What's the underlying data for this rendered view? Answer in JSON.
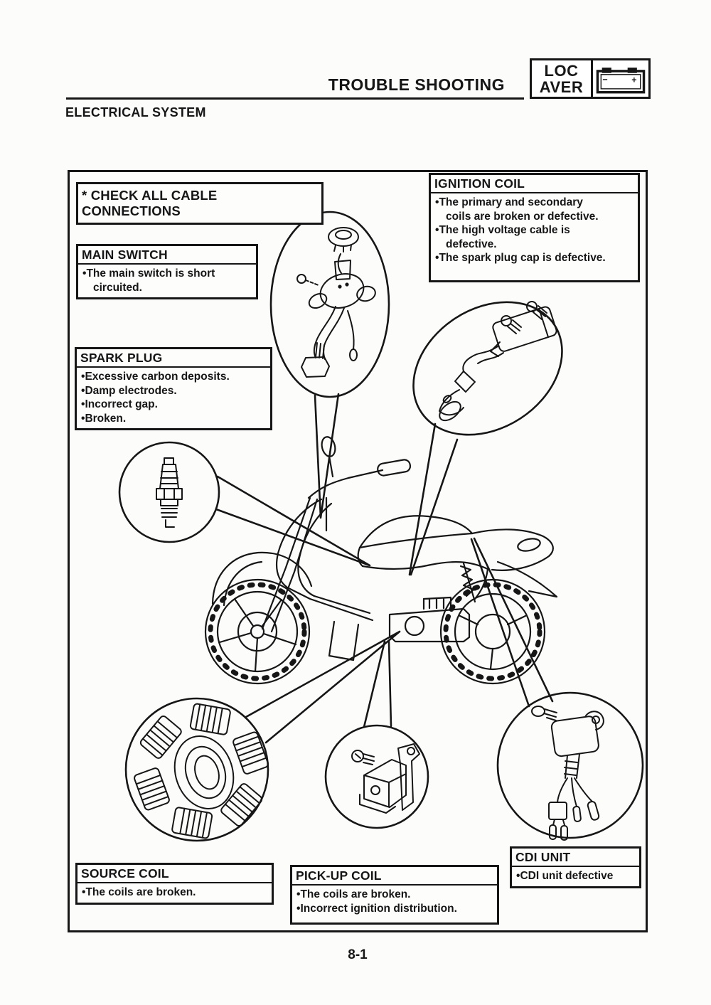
{
  "header": {
    "title": "TROUBLE SHOOTING",
    "section": "ELECTRICAL SYSTEM",
    "badge": {
      "line1": "LOC",
      "line2": "AVER",
      "battery_minus": "−",
      "battery_plus": "+"
    }
  },
  "note": {
    "label": "* CHECK ALL CABLE CONNECTIONS"
  },
  "callouts": {
    "main_switch": {
      "title": "MAIN SWITCH",
      "bullets": [
        "The main switch is short circuited."
      ]
    },
    "ignition_coil": {
      "title": "IGNITION COIL",
      "bullets": [
        "The primary and secondary coils are broken or defective.",
        "The high voltage cable is defective.",
        "The spark plug cap is defective."
      ]
    },
    "spark_plug": {
      "title": "SPARK PLUG",
      "bullets": [
        "Excessive carbon deposits.",
        "Damp electrodes.",
        "Incorrect gap.",
        "Broken."
      ]
    },
    "source_coil": {
      "title": "SOURCE COIL",
      "bullets": [
        "The coils are broken."
      ]
    },
    "pick_up_coil": {
      "title": "PICK-UP COIL",
      "bullets": [
        "The coils are broken.",
        "Incorrect ignition distribution."
      ]
    },
    "cdi_unit": {
      "title": "CDI UNIT",
      "bullets": [
        "CDI unit defective"
      ]
    }
  },
  "footer": {
    "page_number": "8-1"
  },
  "colors": {
    "ink": "#161616",
    "paper": "#fcfcfb"
  }
}
